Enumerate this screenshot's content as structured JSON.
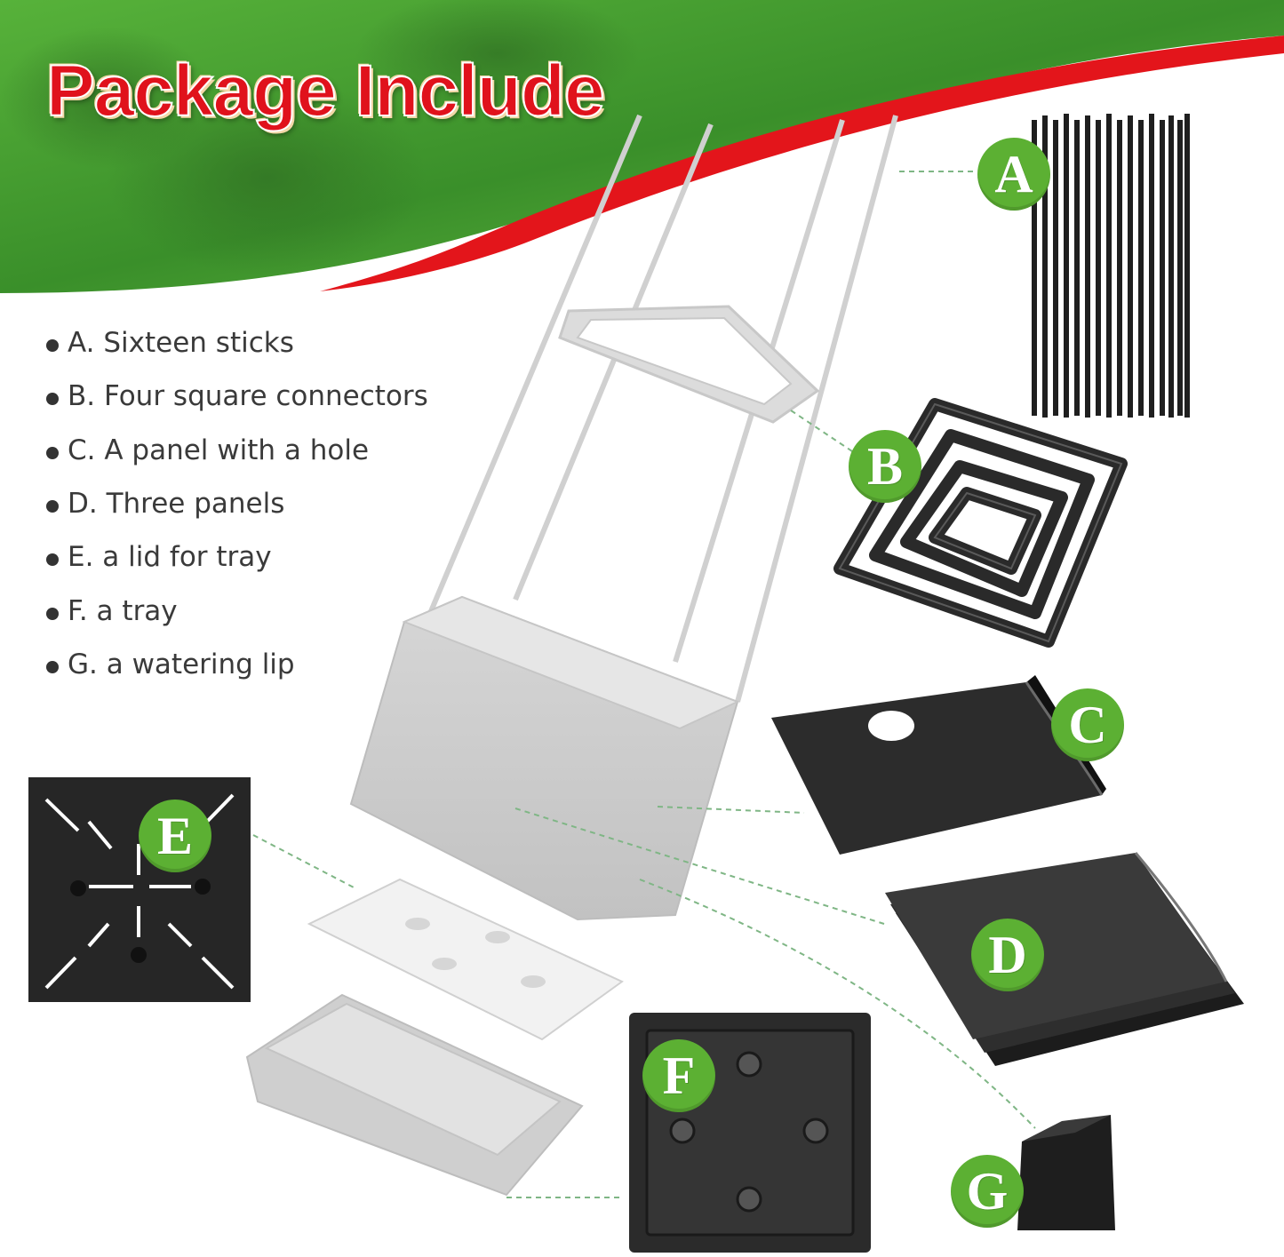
{
  "title": "Package Include",
  "items": [
    "A. Sixteen sticks",
    "B. Four square connectors",
    "C. A panel with a hole",
    "D. Three panels",
    "E. a lid for tray",
    "F. a tray",
    "G. a watering lip"
  ],
  "badges": [
    "A",
    "B",
    "C",
    "D",
    "E",
    "F",
    "G"
  ],
  "colors": {
    "title_red": "#e0121c",
    "banner_green": "#3f9b2e",
    "banner_red": "#e3151b",
    "badge_green": "#5cb033",
    "part_black": "#2a2a2a",
    "assembly_grey": "#cfcfcf"
  }
}
